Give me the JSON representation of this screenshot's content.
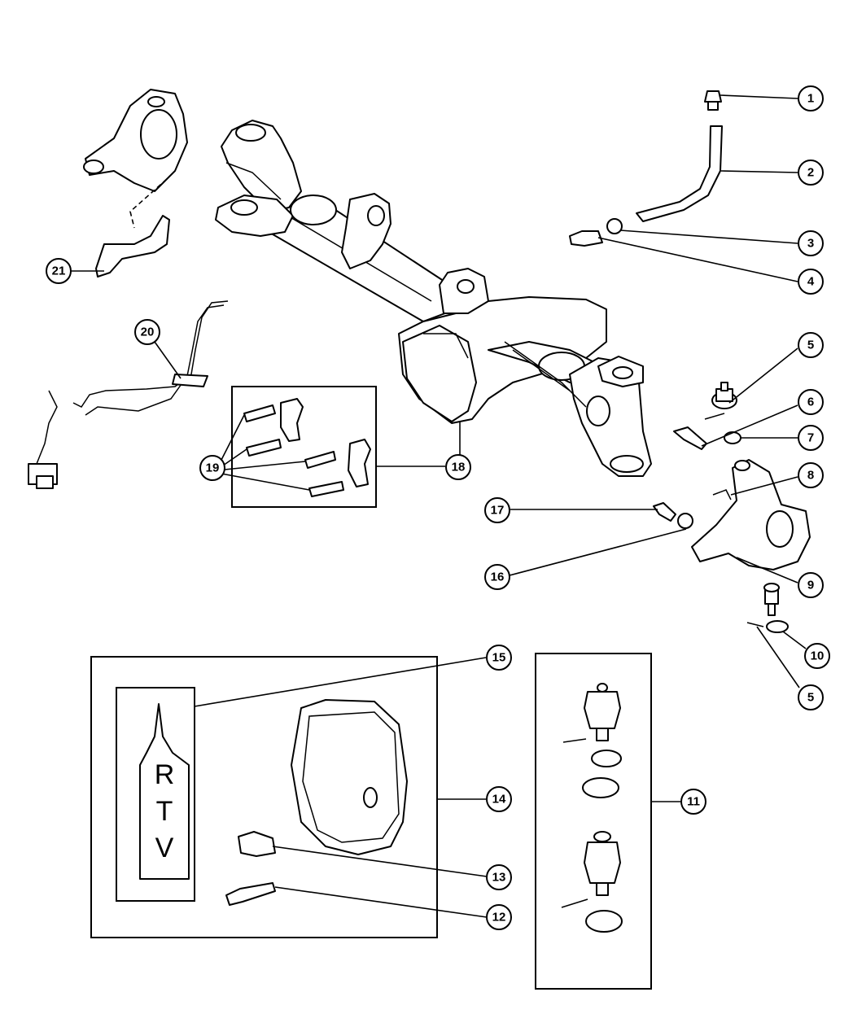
{
  "callouts": [
    {
      "id": "c1",
      "label": "1"
    },
    {
      "id": "c2",
      "label": "2"
    },
    {
      "id": "c3",
      "label": "3"
    },
    {
      "id": "c4",
      "label": "4"
    },
    {
      "id": "c5a",
      "label": "5"
    },
    {
      "id": "c6",
      "label": "6"
    },
    {
      "id": "c7",
      "label": "7"
    },
    {
      "id": "c8",
      "label": "8"
    },
    {
      "id": "c9",
      "label": "9"
    },
    {
      "id": "c10",
      "label": "10"
    },
    {
      "id": "c5b",
      "label": "5"
    },
    {
      "id": "c11",
      "label": "11"
    },
    {
      "id": "c12",
      "label": "12"
    },
    {
      "id": "c13",
      "label": "13"
    },
    {
      "id": "c14",
      "label": "14"
    },
    {
      "id": "c15",
      "label": "15"
    },
    {
      "id": "c16",
      "label": "16"
    },
    {
      "id": "c17",
      "label": "17"
    },
    {
      "id": "c18",
      "label": "18"
    },
    {
      "id": "c19",
      "label": "19"
    },
    {
      "id": "c20",
      "label": "20"
    },
    {
      "id": "c21",
      "label": "21"
    }
  ],
  "rtv_tube": {
    "letters": [
      "R",
      "T",
      "V"
    ]
  }
}
